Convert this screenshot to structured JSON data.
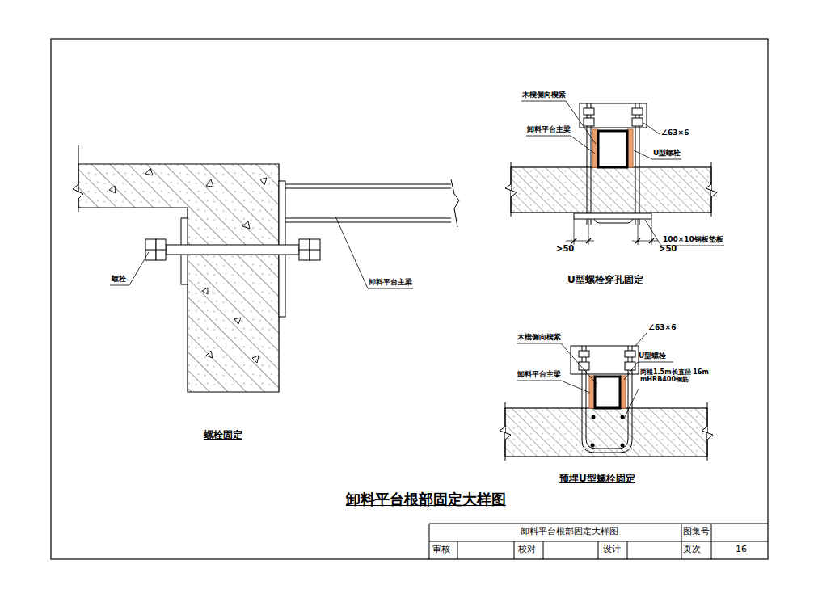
{
  "diagram": {
    "title": "卸料平台根部固定大样图",
    "labels": [
      "螺栓",
      "卸料平台主梁",
      "螺栓固定",
      "木楔侧向楔紧",
      "卸料平台主梁",
      "∠63×6",
      "U型螺栓",
      ">50",
      ">50",
      "100×10钢板垫板",
      "U型螺栓穿孔固定",
      "木楔侧向楔紧",
      "∠63×6",
      "U型螺栓",
      "卸料平台主梁",
      "两根1.5m长直径 16mmHRB400钢筋",
      "预埋U型螺栓固定",
      "卸料平台根部固定大样图",
      "图集号",
      "审核",
      "校对",
      "设计",
      "页次",
      "16"
    ]
  }
}
